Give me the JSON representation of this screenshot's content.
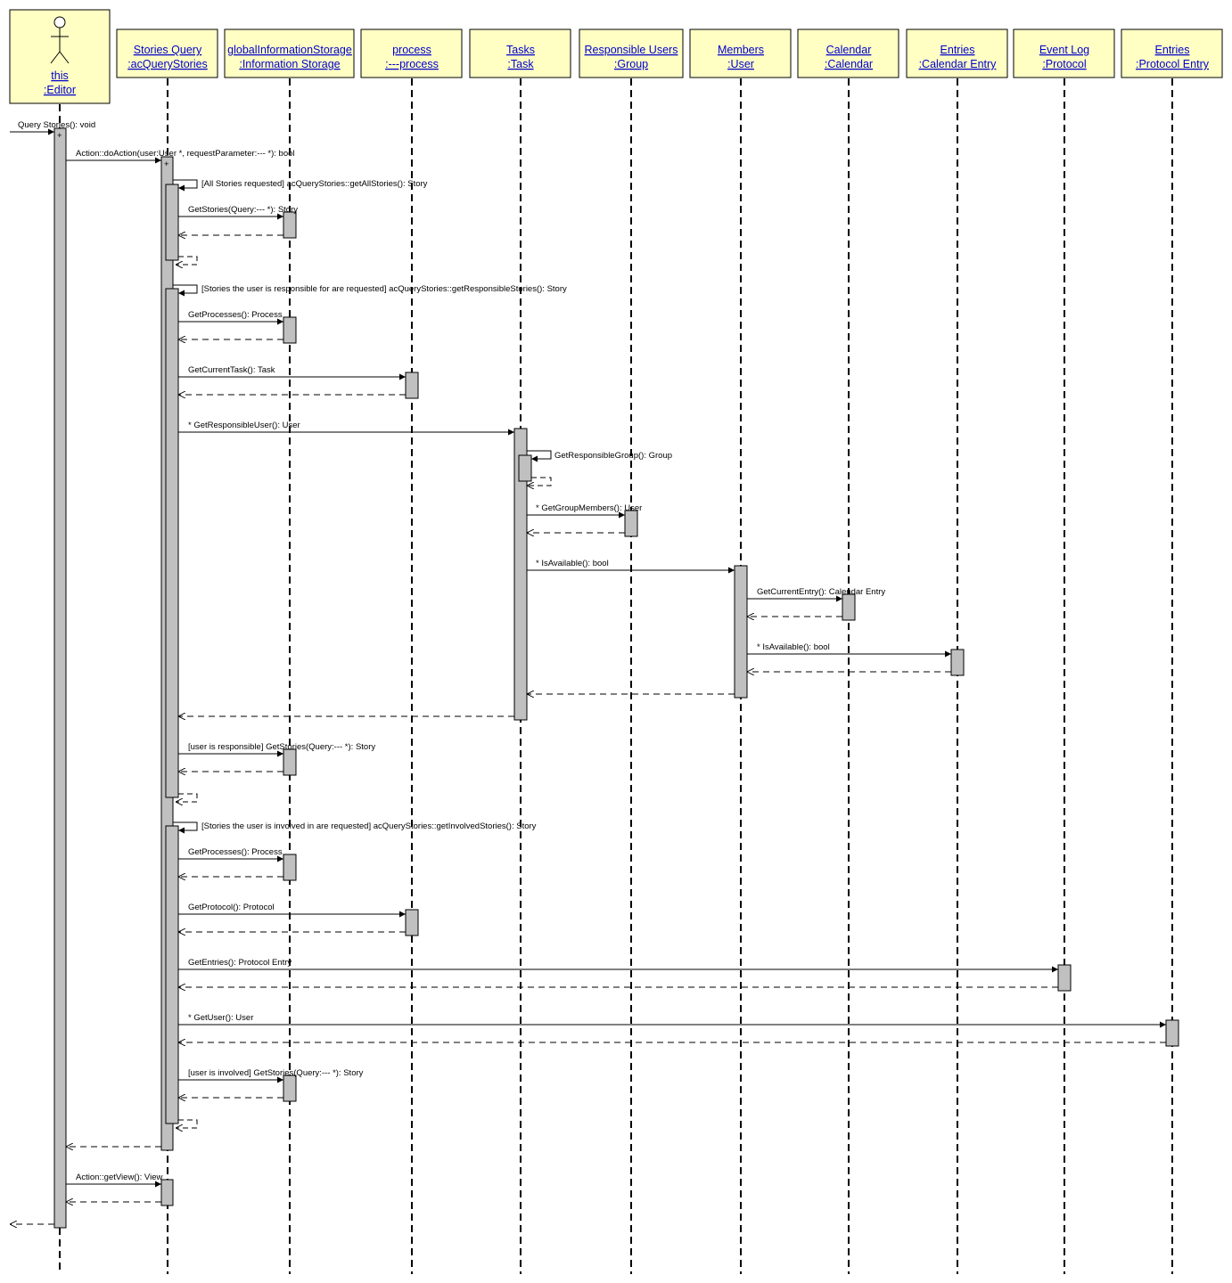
{
  "colors": {
    "header_fill": "#ffffc4",
    "header_stroke": "#000000",
    "activation_fill": "#c0c0c0",
    "link_text": "#0000cc",
    "line": "#000000"
  },
  "actor": {
    "name": "this",
    "type": ":Editor",
    "icon": "stick-figure-icon"
  },
  "lifelines": [
    {
      "id": "sq",
      "name": "Stories Query",
      "type": ":acQueryStories"
    },
    {
      "id": "gis",
      "name": "globalInformationStorage",
      "type": ":Information Storage"
    },
    {
      "id": "proc",
      "name": "process",
      "type": ":---process"
    },
    {
      "id": "tasks",
      "name": "Tasks",
      "type": ":Task"
    },
    {
      "id": "ru",
      "name": "Responsible Users",
      "type": ":Group"
    },
    {
      "id": "mem",
      "name": "Members",
      "type": ":User"
    },
    {
      "id": "cal",
      "name": "Calendar",
      "type": ":Calendar"
    },
    {
      "id": "ce",
      "name": "Entries",
      "type": ":Calendar Entry"
    },
    {
      "id": "el",
      "name": "Event Log",
      "type": ":Protocol"
    },
    {
      "id": "pe",
      "name": "Entries",
      "type": ":Protocol Entry"
    }
  ],
  "messages": [
    {
      "label": "Query Stories(): void"
    },
    {
      "label": "Action::doAction(user:User *, requestParameter:--- *): bool"
    },
    {
      "label": "[All Stories requested] acQueryStories::getAllStories(): Story"
    },
    {
      "label": "GetStories(Query:--- *): Story"
    },
    {
      "label": "[Stories the user is responsible for are requested] acQueryStories::getResponsibleStories(): Story"
    },
    {
      "label": "GetProcesses(): Process"
    },
    {
      "label": "GetCurrentTask(): Task"
    },
    {
      "label": "* GetResponsibleUser(): User"
    },
    {
      "label": "GetResponsibleGroup(): Group"
    },
    {
      "label": "* GetGroupMembers(): User"
    },
    {
      "label": "* IsAvailable(): bool"
    },
    {
      "label": "GetCurrentEntry(): Calendar Entry"
    },
    {
      "label": "* IsAvailable(): bool"
    },
    {
      "label": "[user is responsible] GetStories(Query:--- *): Story"
    },
    {
      "label": "[Stories the user is involved in are requested] acQueryStories::getInvolvedStories(): Story"
    },
    {
      "label": "GetProcesses(): Process"
    },
    {
      "label": "GetProtocol(): Protocol"
    },
    {
      "label": "GetEntries(): Protocol Entry"
    },
    {
      "label": "* GetUser(): User"
    },
    {
      "label": "[user is involved] GetStories(Query:--- *): Story"
    },
    {
      "label": "Action::getView(): View"
    }
  ],
  "markers": {
    "plus": "+"
  }
}
